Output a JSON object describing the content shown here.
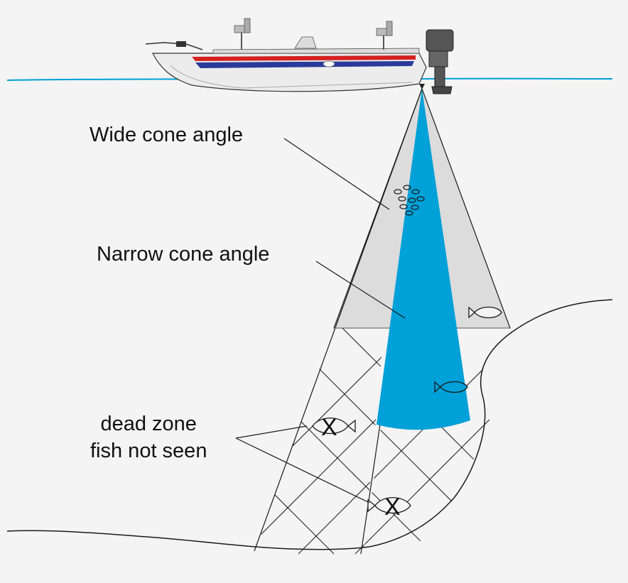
{
  "labels": {
    "wide_cone": "Wide cone angle",
    "narrow_cone": "Narrow cone angle",
    "dead_zone_line1": "dead zone",
    "dead_zone_line2": "fish not seen"
  },
  "markers": {
    "dead_fish_mark": "X"
  },
  "colors": {
    "background": "#f4f4f4",
    "water_line": "#00a0d8",
    "narrow_cone": "#00a0d8",
    "wide_cone": "#dcdcdc",
    "ink": "#1a1a1a",
    "boat_stripe_red": "#d42020",
    "boat_stripe_blue": "#2a3a9a",
    "motor": "#555555"
  },
  "icons": [
    "boat-icon",
    "outboard-motor-icon",
    "fish-icon"
  ]
}
